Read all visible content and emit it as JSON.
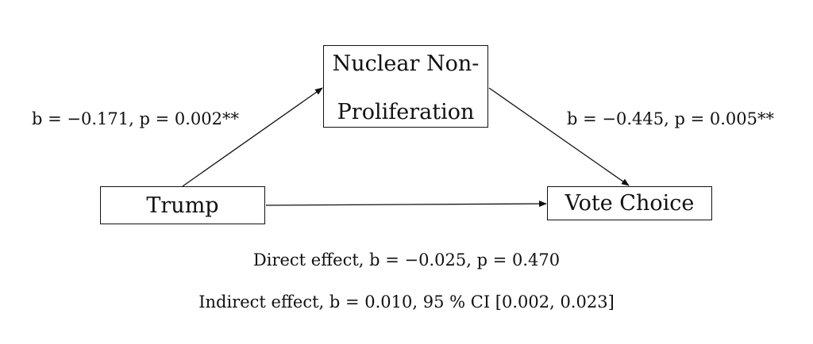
{
  "nodes": {
    "mediator": {
      "line1": "Nuclear Non-",
      "line2": "Proliferation"
    },
    "predictor": {
      "label": "Trump"
    },
    "outcome": {
      "label": "Vote Choice"
    }
  },
  "paths": {
    "a_path": {
      "label": "b = −0.171, p = 0.002**"
    },
    "b_path": {
      "label": "b = −0.445, p = 0.005**"
    }
  },
  "effects": {
    "direct": "Direct effect, b = −0.025, p = 0.470",
    "indirect": "Indirect effect, b = 0.010, 95 % CI [0.002, 0.023]"
  }
}
